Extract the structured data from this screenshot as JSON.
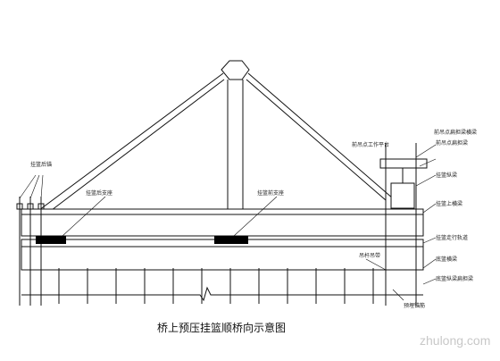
{
  "caption": "桥上预压挂篮顺桥向示意图",
  "watermark": "zhulong.com",
  "labels": {
    "rear_anchor": "挂篮后锚",
    "rear_support": "挂篮后支座",
    "front_support": "挂篮前支座",
    "front_lift_point": "前吊点工作平台",
    "front_lift_frame": "前吊点扁担梁",
    "front_crossbeam": "前吊点扁担梁横梁",
    "main_girder": "挂篮纵梁",
    "upper_beam": "挂篮上横梁",
    "walking_track": "挂篮走行轨道",
    "bottom_basket": "底篮横梁",
    "bottom_longitudinal": "底篮纵梁扁担梁",
    "hanger_rod": "吊杆吊带",
    "side_anchor": "预埋锚筋"
  }
}
